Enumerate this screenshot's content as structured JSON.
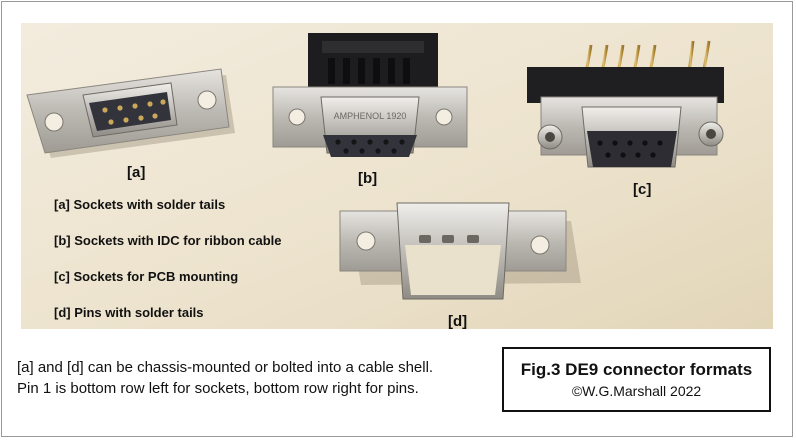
{
  "photo": {
    "labels": {
      "a": "[a]",
      "b": "[b]",
      "c": "[c]",
      "d": "[d]"
    },
    "legend": [
      "[a] Sockets with solder tails",
      "[b] Sockets with IDC for ribbon cable",
      "[c] Sockets for PCB mounting",
      "[d] Pins with solder tails"
    ],
    "stamp_b": "AMPHENOL 1920"
  },
  "note": {
    "line1": "[a] and [d] can be chassis-mounted or bolted into a cable shell.",
    "line2": "Pin 1 is bottom row left for sockets, bottom row right for pins."
  },
  "figure": {
    "title": "Fig.3 DE9 connector formats",
    "credit": "©W.G.Marshall 2022"
  },
  "colors": {
    "background_photo": "#efe7d6",
    "metal": "#c9c6c0",
    "socket": "#3a3a44",
    "pins": "#c9a85a"
  }
}
